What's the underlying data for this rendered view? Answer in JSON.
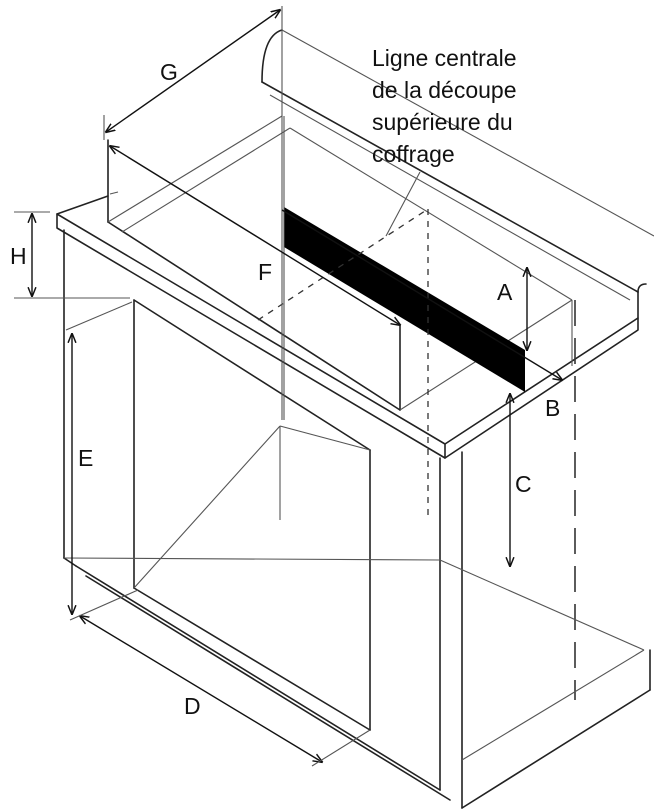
{
  "callout": {
    "line1": "Ligne centrale",
    "line2": "de la découpe",
    "line3": "supérieure du",
    "line4": "coffrage"
  },
  "labels": {
    "a": "A",
    "b": "B",
    "c": "C",
    "d": "D",
    "e": "E",
    "f": "F",
    "g": "G",
    "h": "H"
  },
  "colors": {
    "stroke": "#222222",
    "cutout": "#000000",
    "background": "#ffffff"
  }
}
